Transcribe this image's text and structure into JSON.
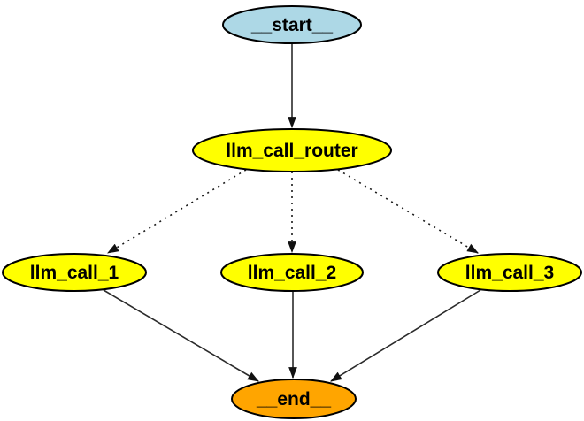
{
  "diagram": {
    "type": "graph-flowchart",
    "background": "#ffffff",
    "text_color": "#000000",
    "edge_color": "#2b2b2b",
    "nodes": {
      "start": {
        "id": "__start__",
        "label": "__start__",
        "shape": "ellipse",
        "fill": "#add8e6",
        "stroke": "#000000"
      },
      "router": {
        "id": "llm_call_router",
        "label": "llm_call_router",
        "shape": "ellipse",
        "fill": "#ffff00",
        "stroke": "#000000"
      },
      "call1": {
        "id": "llm_call_1",
        "label": "llm_call_1",
        "shape": "ellipse",
        "fill": "#ffff00",
        "stroke": "#000000"
      },
      "call2": {
        "id": "llm_call_2",
        "label": "llm_call_2",
        "shape": "ellipse",
        "fill": "#ffff00",
        "stroke": "#000000"
      },
      "call3": {
        "id": "llm_call_3",
        "label": "llm_call_3",
        "shape": "ellipse",
        "fill": "#ffa500",
        "stroke": "#000000"
      },
      "end": {
        "id": "__end__",
        "label": "__end__",
        "shape": "ellipse",
        "fill": "#ffa500",
        "stroke": "#000000"
      }
    },
    "edges": [
      {
        "from": "__start__",
        "to": "llm_call_router",
        "style": "solid"
      },
      {
        "from": "llm_call_router",
        "to": "llm_call_1",
        "style": "dotted"
      },
      {
        "from": "llm_call_router",
        "to": "llm_call_2",
        "style": "dotted"
      },
      {
        "from": "llm_call_router",
        "to": "llm_call_3",
        "style": "dotted"
      },
      {
        "from": "llm_call_1",
        "to": "__end__",
        "style": "solid"
      },
      {
        "from": "llm_call_2",
        "to": "__end__",
        "style": "solid"
      },
      {
        "from": "llm_call_3",
        "to": "__end__",
        "style": "solid"
      }
    ]
  }
}
